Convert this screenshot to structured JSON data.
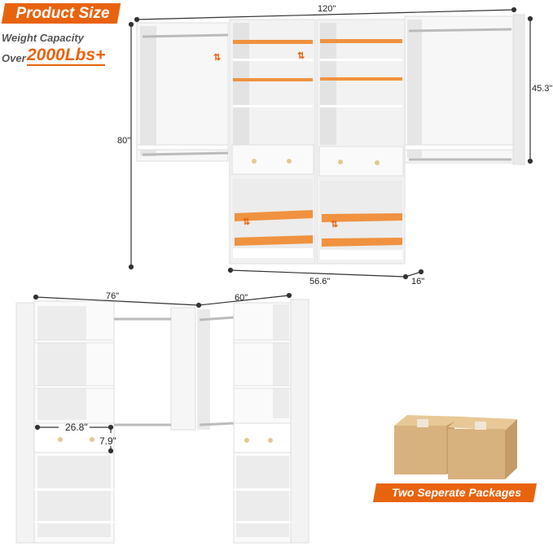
{
  "header": {
    "badge_label": "Product Size",
    "weight_capacity_label": "Weight Capacity",
    "over_label": "Over",
    "weight_value": "2000Lbs+"
  },
  "top_closet": {
    "width_total": "120\"",
    "height": "80\"",
    "side_height": "45.3\"",
    "center_width": "56.6\"",
    "depth": "16\""
  },
  "corner_closet": {
    "left_width": "76\"",
    "right_width": "60\"",
    "drawer_width": "26.8\"",
    "drawer_height": "7.9\""
  },
  "packages": {
    "label": "Two Seperate Packages",
    "count": 2
  },
  "colors": {
    "accent": "#e8630e",
    "shelf_highlight": "#f0923f",
    "box": "#d8b27e",
    "panel_bg": "#fdf2e6"
  }
}
